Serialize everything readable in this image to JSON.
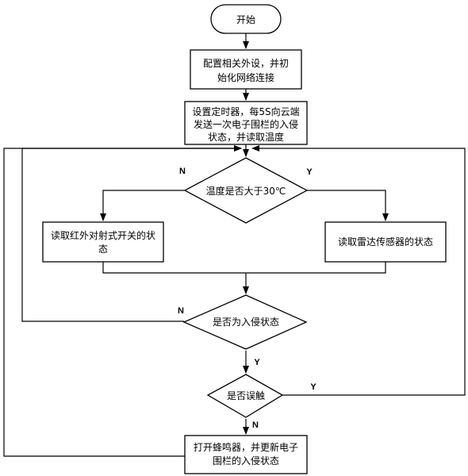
{
  "nodes": {
    "start": "开始",
    "init_line1": "配置相关外设，并初",
    "init_line2": "始化网络连接",
    "timer_line1": "设置定时器，每5S向云端",
    "timer_line2": "发送一次电子围栏的入侵",
    "timer_line3": "状态，并读取温度",
    "temp_check": "温度是否大于30℃",
    "read_infrared_line1": "读取红外对射式开关的状",
    "read_infrared_line2": "态",
    "read_radar": "读取雷达传感器的状态",
    "intrusion_check": "是否为入侵状态",
    "false_trigger_check": "是否误触",
    "alarm_line1": "打开蜂鸣器，并更新电子",
    "alarm_line2": "围栏的入侵状态"
  },
  "branch_labels": {
    "temp_no": "N",
    "temp_yes": "Y",
    "intrusion_no": "N",
    "intrusion_yes": "Y",
    "false_yes": "Y",
    "false_no": "N"
  }
}
